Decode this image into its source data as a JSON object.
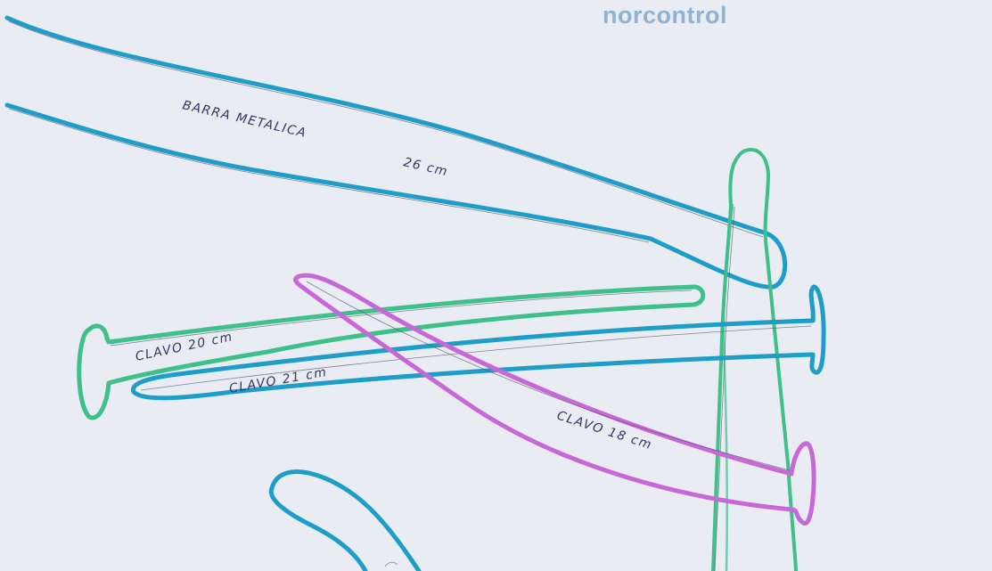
{
  "header": {
    "brand": "norcontrol"
  },
  "labels": {
    "metal_bar_line1": "BARRA METALICA",
    "metal_bar_line2": "26 cm",
    "nail_20": "CLAVO 20 cm",
    "nail_21": "CLAVO 21 cm",
    "nail_18": "CLAVO 18 cm"
  },
  "colors": {
    "paper": "#e9ecf2",
    "blue_marker": "#1e9dc9",
    "green_marker": "#3fbf8a",
    "violet_marker": "#c868d8",
    "pencil_text": "#3a3468",
    "brand": "#8fb3d1"
  }
}
